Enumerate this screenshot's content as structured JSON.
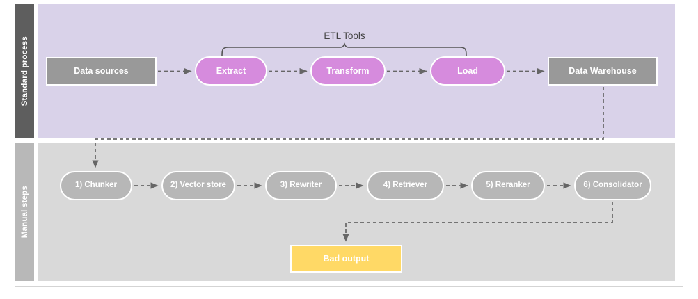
{
  "diagram": {
    "title": "ETL and manual RAG pipeline swimlane diagram",
    "colors": {
      "lane_standard_label_bg": "#5e5e5e",
      "lane_standard_body_bg": "#d9d2e9",
      "lane_manual_label_bg": "#b8b8b8",
      "lane_manual_body_bg": "#d9d9d9",
      "node_gray": "#999999",
      "node_magenta": "#d68bdd",
      "node_step_gray": "#b7b7b7",
      "node_warning_yellow": "#ffd966",
      "connector_gray": "#666666",
      "brace_gray": "#555555",
      "node_text": "#ffffff",
      "brace_label_text": "#444444"
    },
    "lanes": [
      {
        "id": "standard",
        "label": "Standard process"
      },
      {
        "id": "manual",
        "label": "Manual steps"
      }
    ],
    "annotations": {
      "etl_tools": "ETL Tools"
    },
    "top_row": [
      {
        "id": "data-sources",
        "label": "Data sources",
        "shape": "rect",
        "style": "gray"
      },
      {
        "id": "extract",
        "label": "Extract",
        "shape": "pill",
        "style": "magenta"
      },
      {
        "id": "transform",
        "label": "Transform",
        "shape": "pill",
        "style": "magenta"
      },
      {
        "id": "load",
        "label": "Load",
        "shape": "pill",
        "style": "magenta"
      },
      {
        "id": "data-warehouse",
        "label": "Data Warehouse",
        "shape": "rect",
        "style": "gray"
      }
    ],
    "bottom_row": [
      {
        "id": "chunker",
        "label": "1) Chunker",
        "shape": "pill",
        "style": "step"
      },
      {
        "id": "vector-store",
        "label": "2) Vector store",
        "shape": "pill",
        "style": "step"
      },
      {
        "id": "rewriter",
        "label": "3) Rewriter",
        "shape": "pill",
        "style": "step"
      },
      {
        "id": "retriever",
        "label": "4) Retriever",
        "shape": "pill",
        "style": "step"
      },
      {
        "id": "reranker",
        "label": "5) Reranker",
        "shape": "pill",
        "style": "step"
      },
      {
        "id": "consolidator",
        "label": "6) Consolidator",
        "shape": "pill",
        "style": "step"
      }
    ],
    "output": {
      "id": "bad-output",
      "label": "Bad output",
      "shape": "rect",
      "style": "warning"
    },
    "connections": [
      {
        "from": "data-sources",
        "to": "extract",
        "style": "dashed-arrow"
      },
      {
        "from": "extract",
        "to": "transform",
        "style": "dashed-arrow"
      },
      {
        "from": "transform",
        "to": "load",
        "style": "dashed-arrow"
      },
      {
        "from": "load",
        "to": "data-warehouse",
        "style": "dashed-arrow"
      },
      {
        "from": "data-warehouse",
        "to": "chunker",
        "style": "dashed-elbow-arrow"
      },
      {
        "from": "chunker",
        "to": "vector-store",
        "style": "dashed-arrow"
      },
      {
        "from": "vector-store",
        "to": "rewriter",
        "style": "dashed-arrow"
      },
      {
        "from": "rewriter",
        "to": "retriever",
        "style": "dashed-arrow"
      },
      {
        "from": "retriever",
        "to": "reranker",
        "style": "dashed-arrow"
      },
      {
        "from": "reranker",
        "to": "consolidator",
        "style": "dashed-arrow"
      },
      {
        "from": "consolidator",
        "to": "bad-output",
        "style": "dashed-elbow-arrow"
      }
    ],
    "brace": {
      "label": "ETL Tools",
      "covers": [
        "extract",
        "transform",
        "load"
      ]
    }
  }
}
